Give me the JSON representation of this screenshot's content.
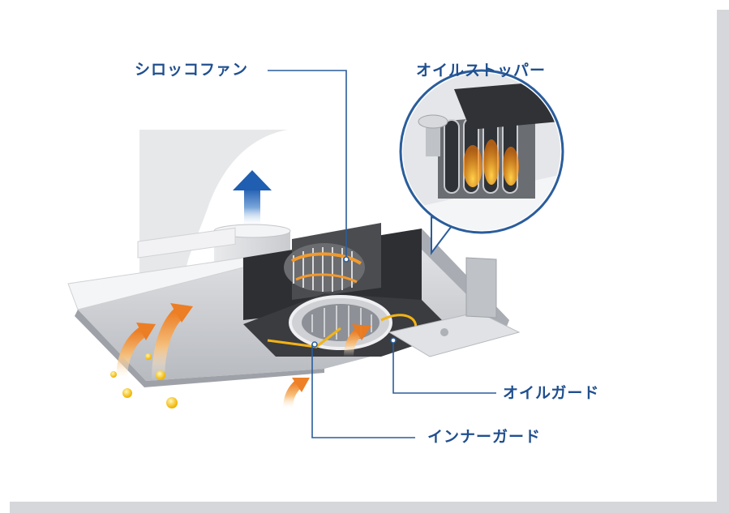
{
  "labels": {
    "sirocco_fan": "シロッコファン",
    "oil_stopper": "オイルストッパー",
    "oil_guard": "オイルガード",
    "inner_guard": "インナーガード"
  },
  "colors": {
    "label_text": "#1f4f8f",
    "leader_line": "#2a5d9c",
    "airflow_up": "#2b6cb8",
    "airflow_warm": "#f28a2e",
    "oil_droplet": "#f5c21b",
    "frame_shadow": "#d6d7da"
  },
  "icons": {
    "exhaust_arrow": "arrow-up-icon",
    "intake_arrows": "curved-arrow-icon",
    "droplets": "oil-droplet-icon"
  }
}
